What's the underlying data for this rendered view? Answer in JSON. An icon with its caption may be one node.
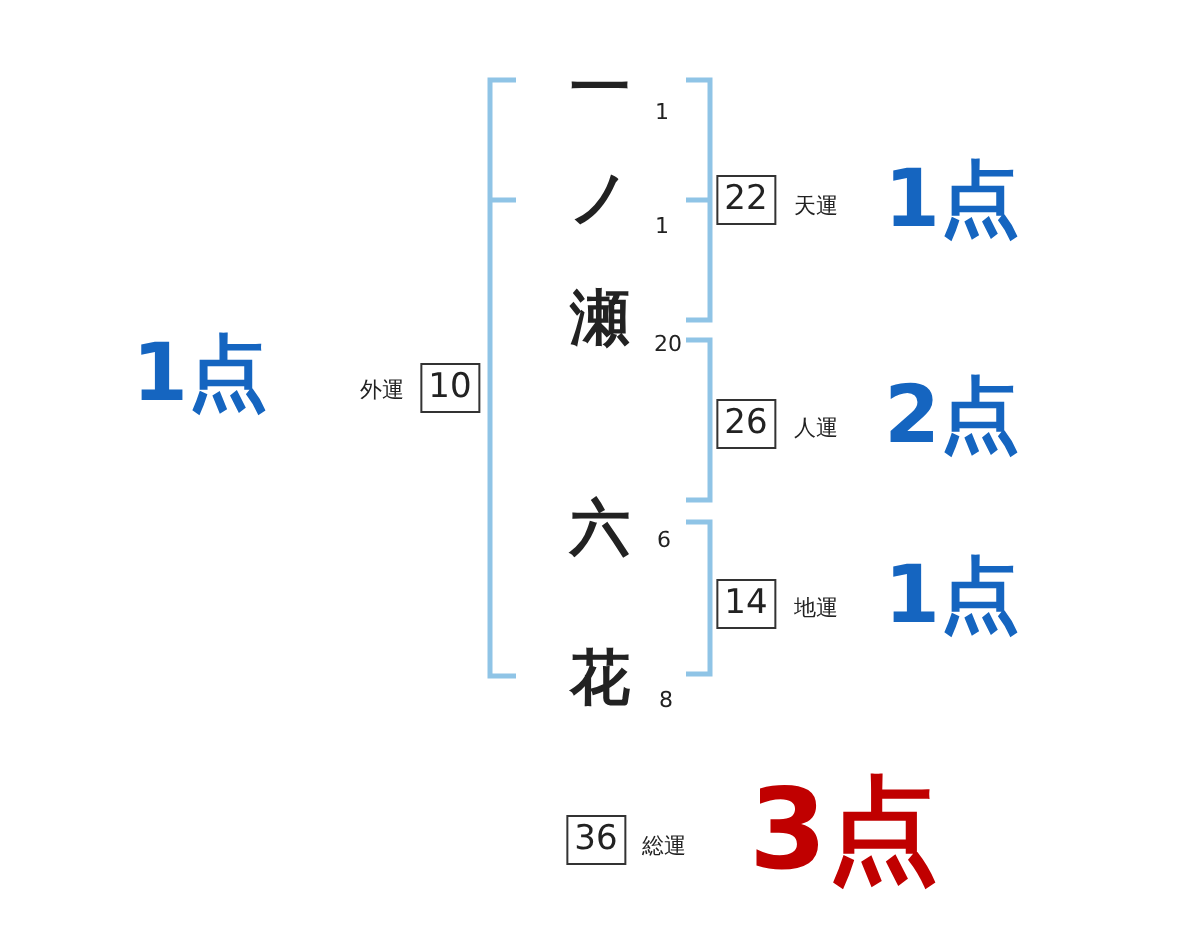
{
  "diagram": {
    "nodes": [
      {
        "text": [
          "22"
        ],
        "beside": [
          "天運",
          "1点"
        ]
      },
      {
        "text": [
          "10"
        ],
        "beside": [
          "外運",
          "1点"
        ]
      },
      {
        "text": [
          "26"
        ],
        "beside": [
          "人運",
          "2点"
        ]
      },
      {
        "text": [
          "14"
        ],
        "beside": [
          "地運",
          "1点"
        ]
      },
      {
        "text": [
          "36"
        ],
        "beside": [
          "総運",
          "3点"
        ]
      }
    ],
    "labels": [
      "一",
      "1",
      "ノ",
      "1",
      "瀬",
      "20",
      "六",
      "6",
      "花",
      "8"
    ]
  }
}
